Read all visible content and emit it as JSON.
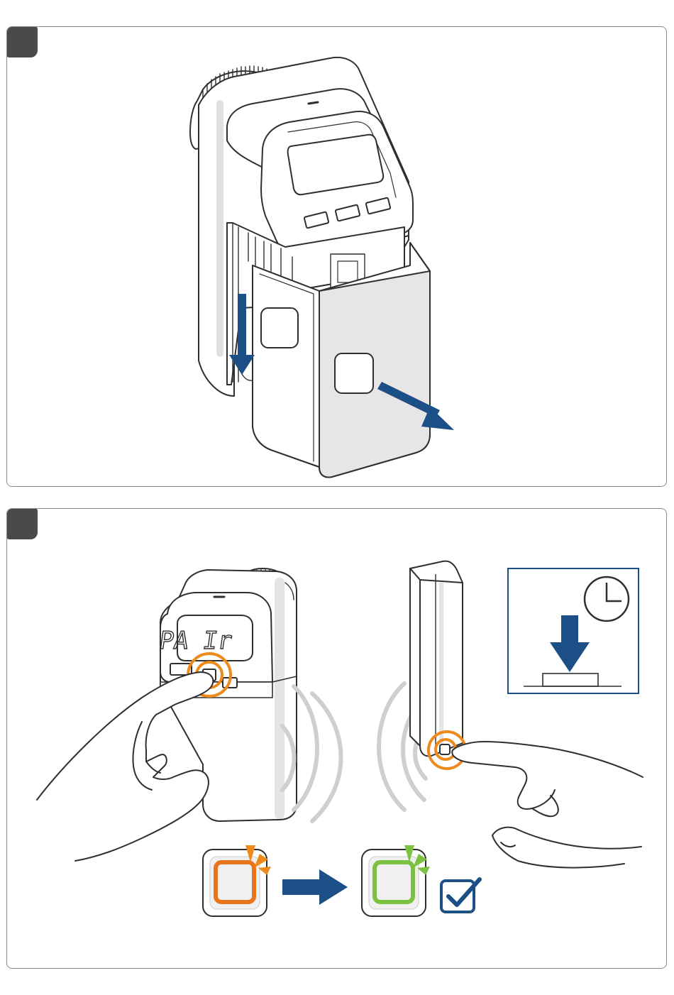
{
  "steps": [
    {
      "badge": "",
      "illustration": "remove-battery-cover",
      "arrows": [
        "slide-down-arrow",
        "pull-out-arrow"
      ]
    },
    {
      "badge": "",
      "illustration": "pairing",
      "display_text": "PA Ir",
      "inset": "press-and-hold",
      "led_states": [
        "orange",
        "green"
      ],
      "result": "check-icon"
    }
  ],
  "colors": {
    "arrow_blue": "#1c4f86",
    "badge_gray": "#4a4a4a",
    "highlight_orange": "#ee8a1c",
    "led_orange": "#e8741c",
    "led_green": "#7dc142",
    "wave_gray": "#cfcfcf",
    "outline": "#2f2f2f",
    "device_shadow": "#e4e4e4"
  }
}
